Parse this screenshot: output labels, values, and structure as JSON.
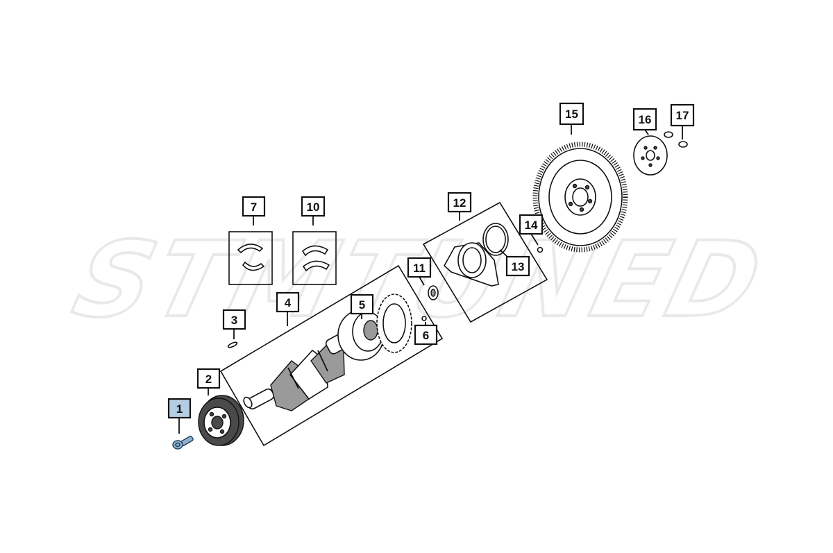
{
  "watermark": {
    "text": "STMTUNED",
    "color": "#e9e9e9"
  },
  "highlight_color": "#b5cde3",
  "callouts": [
    {
      "id": "1",
      "label": "1",
      "highlighted": true
    },
    {
      "id": "2",
      "label": "2"
    },
    {
      "id": "3",
      "label": "3"
    },
    {
      "id": "4",
      "label": "4"
    },
    {
      "id": "5",
      "label": "5"
    },
    {
      "id": "6",
      "label": "6"
    },
    {
      "id": "7",
      "label": "7"
    },
    {
      "id": "10",
      "label": "10"
    },
    {
      "id": "11",
      "label": "11"
    },
    {
      "id": "12",
      "label": "12"
    },
    {
      "id": "13",
      "label": "13"
    },
    {
      "id": "14",
      "label": "14"
    },
    {
      "id": "15",
      "label": "15"
    },
    {
      "id": "16",
      "label": "16"
    },
    {
      "id": "17",
      "label": "17"
    }
  ],
  "parts": [
    {
      "callout": "1",
      "icon": "bolt-icon"
    },
    {
      "callout": "2",
      "icon": "damper-pulley-icon"
    },
    {
      "callout": "3",
      "icon": "key-icon"
    },
    {
      "callout": "4",
      "icon": "crankshaft-icon"
    },
    {
      "callout": "5",
      "icon": "tone-wheel-icon"
    },
    {
      "callout": "6",
      "icon": "screw-icon"
    },
    {
      "callout": "7",
      "icon": "main-bearing-icon"
    },
    {
      "callout": "10",
      "icon": "thrust-bearing-icon"
    },
    {
      "callout": "11",
      "icon": "pilot-bushing-icon"
    },
    {
      "callout": "12",
      "icon": "rear-seal-retainer-icon"
    },
    {
      "callout": "13",
      "icon": "rear-seal-icon"
    },
    {
      "callout": "14",
      "icon": "dowel-icon"
    },
    {
      "callout": "15",
      "icon": "flexplate-icon"
    },
    {
      "callout": "16",
      "icon": "reinforcement-plate-icon"
    },
    {
      "callout": "17",
      "icon": "flexplate-bolt-icon"
    }
  ]
}
